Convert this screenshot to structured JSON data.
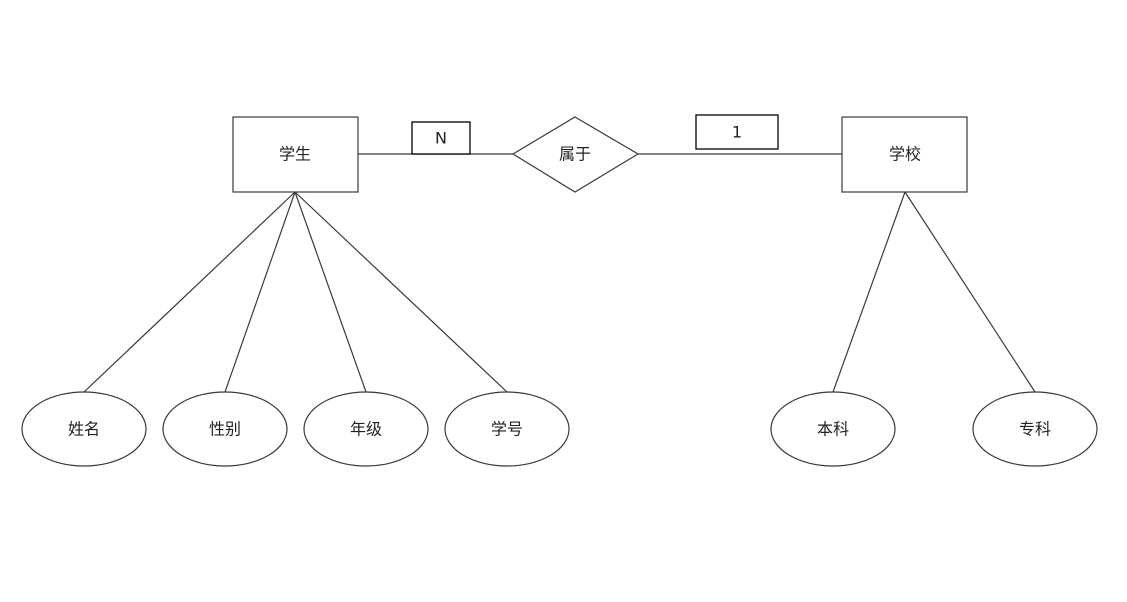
{
  "colors": {
    "background": "#ffffff",
    "stroke": "#3a3a3a",
    "text": "#222222"
  },
  "entities": {
    "student": "学生",
    "school": "学校"
  },
  "relationship": {
    "label": "属于",
    "student_cardinality": "N",
    "school_cardinality": "1"
  },
  "student_attributes": {
    "name": "姓名",
    "gender": "性别",
    "grade": "年级",
    "student_id": "学号"
  },
  "school_attributes": {
    "undergraduate": "本科",
    "junior_college": "专科"
  }
}
